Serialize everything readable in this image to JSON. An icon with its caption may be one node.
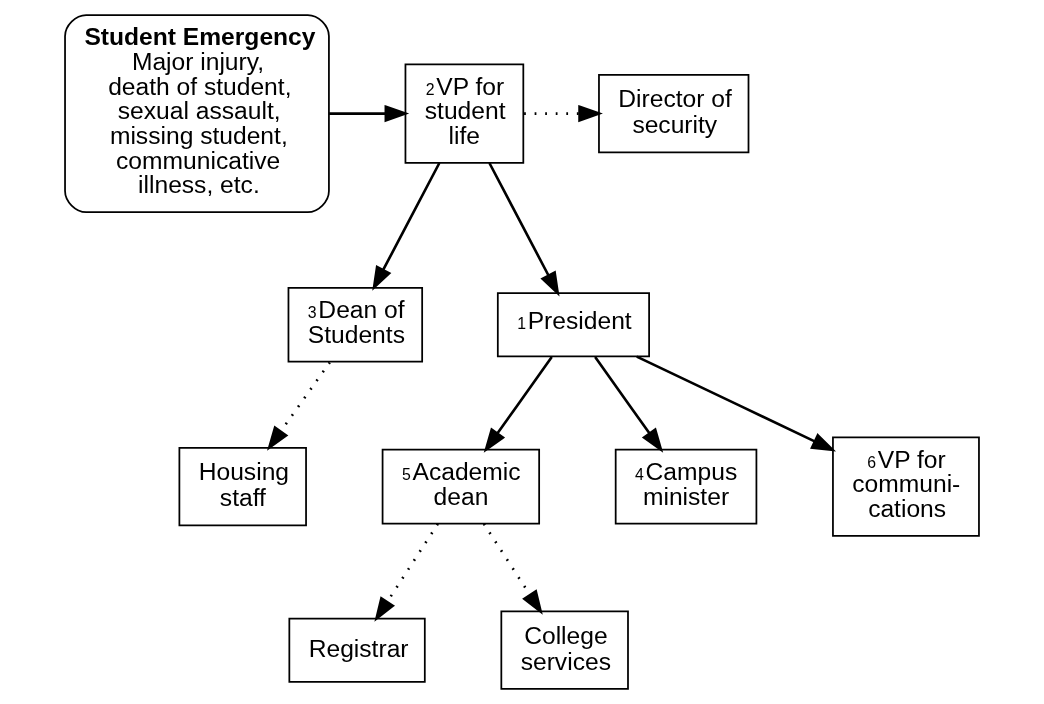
{
  "diagram": {
    "nodes": [
      {
        "text": [
          "Student Emergency",
          "Major injury, death of student, sexual assault, missing student, communicative illness, etc."
        ]
      },
      {
        "text": [
          "$^{2}$VP for student life"
        ]
      },
      {
        "text": [
          "Director of security"
        ]
      },
      {
        "text": [
          "$^{3}$Dean of Students"
        ]
      },
      {
        "text": [
          "Housing staff"
        ]
      },
      {
        "text": [
          "$^{1}$President"
        ]
      },
      {
        "text": [
          "$^{5}$Academic dean"
        ]
      },
      {
        "text": [
          "$^{4}$Campus minister"
        ]
      },
      {
        "text": [
          "$^{6}$VP for communi- cations"
        ]
      },
      {
        "text": [
          "Registrar"
        ]
      },
      {
        "text": [
          "College services"
        ]
      }
    ],
    "edges": [
      {
        "from": 0,
        "to": 1,
        "arrow": "to"
      },
      {
        "from": 1,
        "to": 2,
        "arrow": "to",
        "style": "dashed"
      },
      {
        "from": 1,
        "to": 3,
        "arrow": "to"
      },
      {
        "from": 1,
        "to": 5,
        "arrow": "to"
      },
      {
        "from": 3,
        "to": 4,
        "arrow": "to",
        "style": "dashed"
      },
      {
        "from": 5,
        "to": 6,
        "arrow": "to"
      },
      {
        "from": 5,
        "to": 7,
        "arrow": "to"
      },
      {
        "from": 5,
        "to": 8,
        "arrow": "to"
      },
      {
        "from": 6,
        "to": 9,
        "arrow": "to",
        "style": "dashed"
      },
      {
        "from": 6,
        "to": 10,
        "arrow": "to",
        "style": "dashed"
      }
    ]
  }
}
